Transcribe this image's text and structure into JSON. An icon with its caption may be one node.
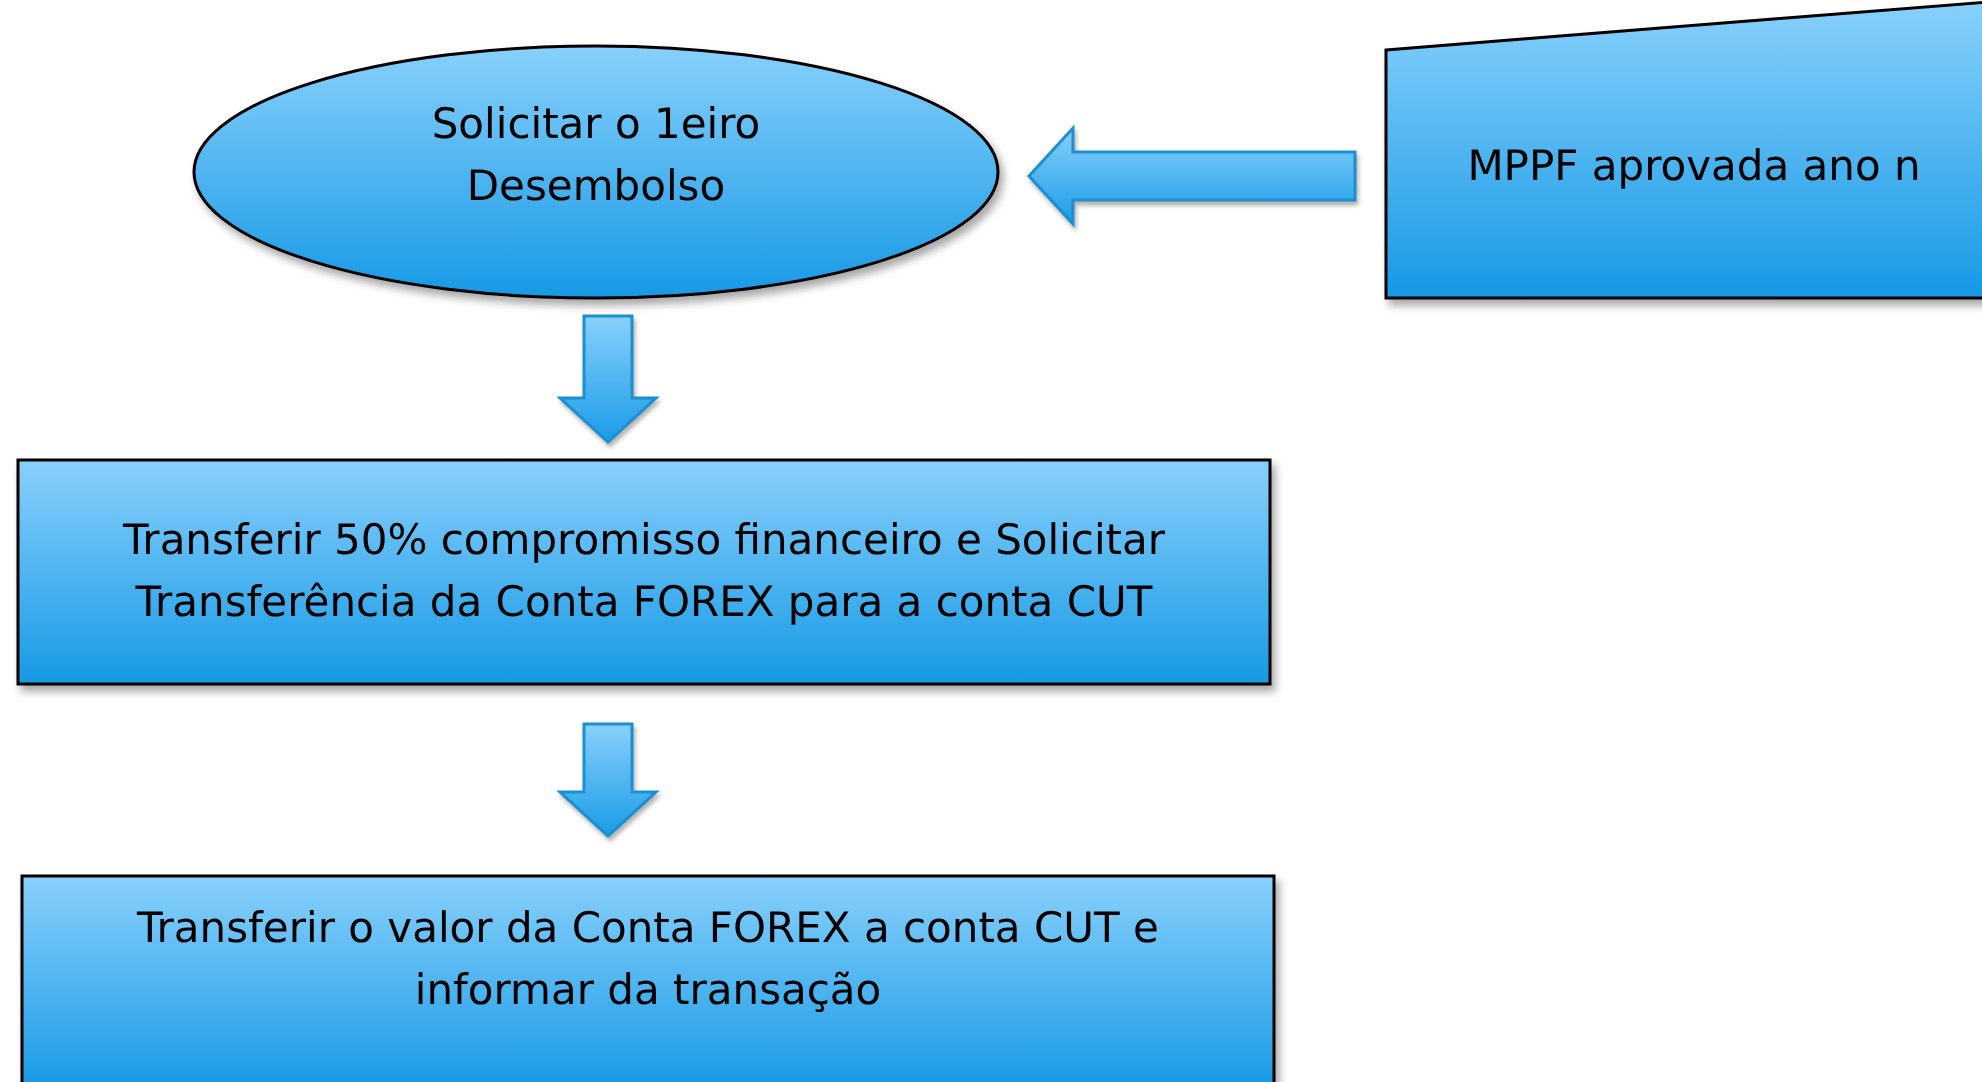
{
  "diagram": {
    "nodes": [
      {
        "text": [
          "Solicitar o 1eiro Desembolso"
        ]
      },
      {
        "text": [
          "MPPF aprovada ano n"
        ]
      },
      {
        "text": [
          "Transferir 50% compromisso financeiro e Solicitar Transferência da Conta FOREX para a conta CUT"
        ]
      },
      {
        "text": [
          "Transferir o valor da Conta FOREX a conta CUT e informar da transação"
        ]
      }
    ],
    "edges": [
      {
        "from": 1,
        "to": 0,
        "arrow": "to"
      },
      {
        "from": 0,
        "to": 2,
        "arrow": "to"
      },
      {
        "from": 2,
        "to": 3,
        "arrow": "to"
      }
    ]
  }
}
